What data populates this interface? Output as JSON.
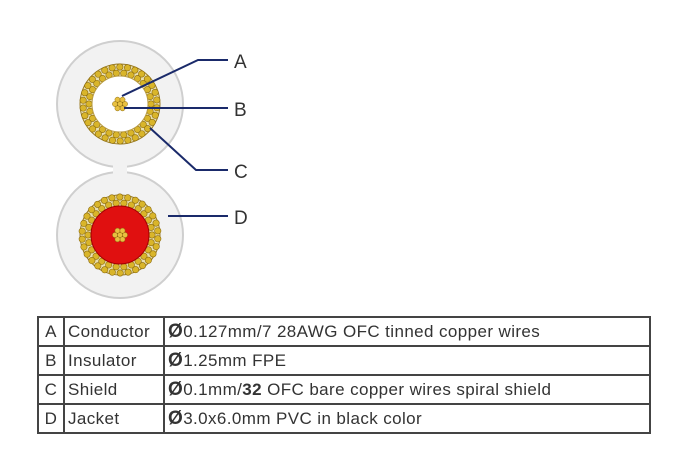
{
  "diagram": {
    "callouts": [
      "A",
      "B",
      "C",
      "D"
    ],
    "colors": {
      "jacket": "#f2f2f2",
      "jacket_edge": "#d0d0d0",
      "shield_strand": "#d9b52a",
      "shield_strand_edge": "#8c6c10",
      "insulator": "#ffffff",
      "conductor": "#e8c040",
      "red_insulator": "#e01010",
      "leader_line": "#1a2a6a"
    }
  },
  "spec_table": {
    "rows": [
      {
        "key": "A",
        "name": "Conductor",
        "symbol": "Ø",
        "text_a": "0.127mm/7 28AWG OFC tinned copper wires",
        "text_b": "",
        "text_c": ""
      },
      {
        "key": "B",
        "name": "Insulator",
        "symbol": "Ø",
        "text_a": "1.25mm FPE",
        "text_b": "",
        "text_c": ""
      },
      {
        "key": "C",
        "name": "Shield",
        "symbol": "Ø",
        "text_a": "0.1mm/",
        "text_b": "32",
        "text_c": " OFC bare copper wires spiral shield"
      },
      {
        "key": "D",
        "name": "Jacket",
        "symbol": "Ø",
        "text_a": "3.0x6.0mm PVC in black color",
        "text_b": "",
        "text_c": ""
      }
    ]
  }
}
